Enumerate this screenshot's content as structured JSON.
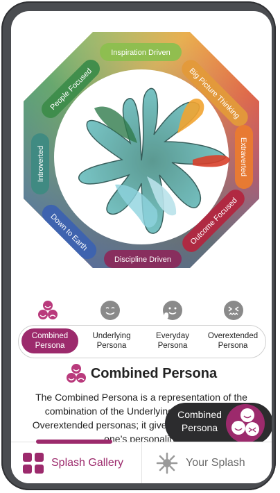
{
  "wheel": {
    "segments": [
      {
        "label": "Inspiration Driven"
      },
      {
        "label": "Big Picture Thinking"
      },
      {
        "label": "Extraverted"
      },
      {
        "label": "Outcome Focused"
      },
      {
        "label": "Discipline Driven"
      },
      {
        "label": "Down to Earth"
      },
      {
        "label": "Introverted"
      },
      {
        "label": "People Focused"
      }
    ]
  },
  "persona_icons": [
    {
      "name": "combined-persona-icon"
    },
    {
      "name": "underlying-persona-icon"
    },
    {
      "name": "everyday-persona-icon"
    },
    {
      "name": "overextended-persona-icon"
    }
  ],
  "tabs": [
    {
      "line1": "Combined",
      "line2": "Persona",
      "active": true
    },
    {
      "line1": "Underlying",
      "line2": "Persona",
      "active": false
    },
    {
      "line1": "Everyday",
      "line2": "Persona",
      "active": false
    },
    {
      "line1": "Overextended",
      "line2": "Persona",
      "active": false
    }
  ],
  "content": {
    "title": "Combined Persona",
    "description": "The Combined Persona is a representation of the combination of the Underlying, Everyday and Overextended personas; it gives an holistic view of one’s personality."
  },
  "tooltip": {
    "line1": "Combined",
    "line2": "Persona"
  },
  "bottom_nav": {
    "gallery_label": "Splash Gallery",
    "your_splash_label": "Your Splash"
  },
  "colors": {
    "accent": "#9c2a6c",
    "tooltip_bg": "#2c2c2e",
    "icon_gray": "#8a8a8a"
  }
}
